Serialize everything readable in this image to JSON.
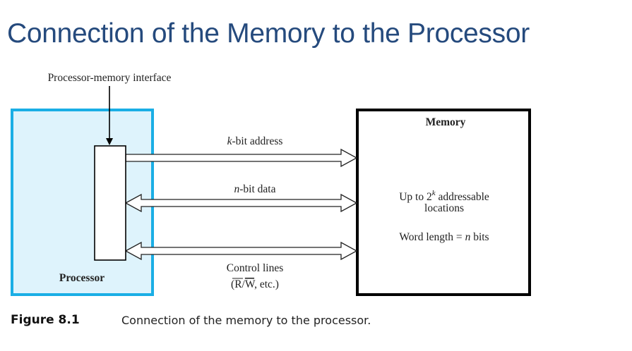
{
  "slide": {
    "title": "Connection of the Memory to the Processor"
  },
  "diagram": {
    "interface_label": "Processor-memory interface",
    "processor": {
      "label": "Processor",
      "border_color": "#1aaee5",
      "fill_color": "#def3fc"
    },
    "memory": {
      "label": "Memory",
      "line1_prefix": "Up to 2",
      "line1_superscript": "k",
      "line1_suffix": " addressable",
      "line2": "locations",
      "word_prefix": "Word length = ",
      "word_var": "n",
      "word_suffix": " bits"
    },
    "buses": [
      {
        "name": "address",
        "var": "k",
        "label": "-bit address",
        "direction": "processor-to-memory"
      },
      {
        "name": "data",
        "var": "n",
        "label": "-bit data",
        "direction": "bidirectional"
      },
      {
        "name": "control",
        "label_line1": "Control lines",
        "label_line2_pre": "(R/",
        "label_line2_over": "W",
        "label_line2_post": ", etc.)",
        "direction": "bidirectional"
      }
    ]
  },
  "caption": {
    "label": "Figure 8.1",
    "text": "Connection of the memory to the processor."
  }
}
